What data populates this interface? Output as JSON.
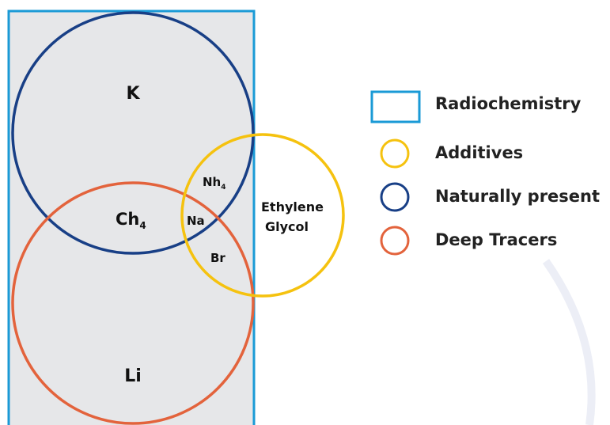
{
  "colors": {
    "radiochemistry": "#1a9ad6",
    "additives": "#f5c20f",
    "naturally_present": "#183f86",
    "deep_tracers": "#e3633c",
    "box_fill": "#e6e7e9"
  },
  "diagram": {
    "labels": {
      "k": "K",
      "ch": "Ch",
      "ch_sub": "4",
      "nh": "Nh",
      "nh_sub": "4",
      "na": "Na",
      "br": "Br",
      "ethylene": "Ethylene",
      "glycol": "Glycol",
      "li": "Li"
    }
  },
  "legend": [
    {
      "label": "Radiochemistry",
      "shape": "square"
    },
    {
      "label": "Additives",
      "shape": "circle"
    },
    {
      "label": "Naturally present",
      "shape": "circle"
    },
    {
      "label": "Deep Tracers",
      "shape": "circle"
    }
  ]
}
